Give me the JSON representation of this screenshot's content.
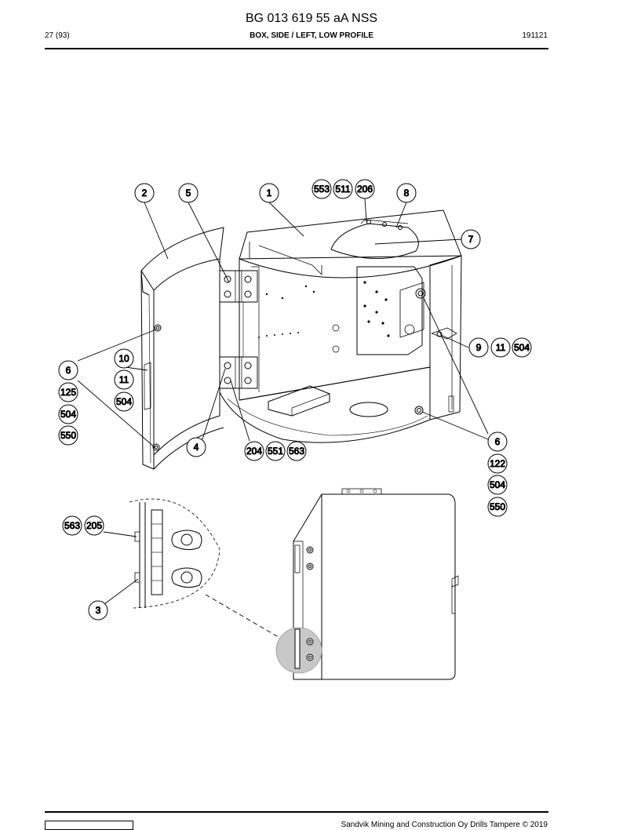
{
  "header": {
    "doc_title": "BG 013 619 55 aA NSS",
    "page_number": "27 (93)",
    "page_heading": "BOX, SIDE / LEFT, LOW PROFILE",
    "date_code": "191121"
  },
  "footer": {
    "copyright": "Sandvik Mining and Construction Oy Drills Tampere © 2019"
  },
  "callouts": {
    "c_2": "2",
    "c_5": "5",
    "c_1": "1",
    "c_553": "553",
    "c_511": "511",
    "c_206": "206",
    "c_8": "8",
    "c_7": "7",
    "c_9": "9",
    "c_11_right": "11",
    "c_504_right": "504",
    "c_10": "10",
    "c_11_left": "11",
    "c_504_left": "504",
    "c_6_left": "6",
    "c_125": "125",
    "c_504_left2": "504",
    "c_550_left": "550",
    "c_4": "4",
    "c_204": "204",
    "c_551": "551",
    "c_563_mid": "563",
    "c_6_right": "6",
    "c_122": "122",
    "c_504_right2": "504",
    "c_550_right": "550",
    "c_563_detail": "563",
    "c_205": "205",
    "c_3": "3"
  }
}
